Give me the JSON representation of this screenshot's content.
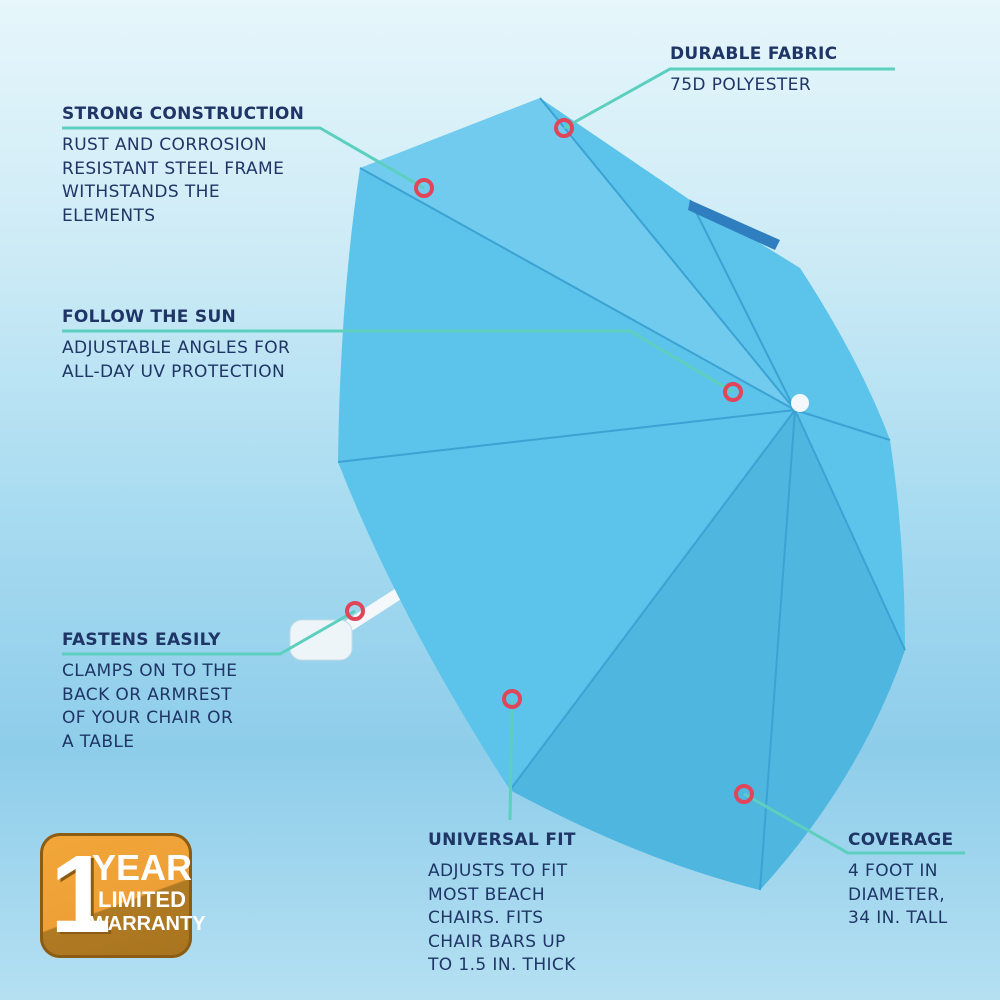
{
  "features": [
    {
      "title": "STRONG CONSTRUCTION",
      "desc": "RUST AND CORROSION\nRESISTANT STEEL FRAME\nWITHSTANDS THE\nELEMENTS"
    },
    {
      "title": "DURABLE FABRIC",
      "desc": "75D POLYESTER"
    },
    {
      "title": "FOLLOW THE SUN",
      "desc": "ADJUSTABLE ANGLES FOR\nALL-DAY UV PROTECTION"
    },
    {
      "title": "FASTENS EASILY",
      "desc": "CLAMPS ON TO THE\nBACK OR ARMREST\nOF YOUR CHAIR OR\nA TABLE"
    },
    {
      "title": "UNIVERSAL FIT",
      "desc": "ADJUSTS TO FIT\nMOST BEACH\nCHAIRS. FITS\nCHAIR BARS UP\nTO 1.5 IN. THICK"
    },
    {
      "title": "COVERAGE",
      "desc": "4  FOOT IN\nDIAMETER,\n34 IN. TALL"
    }
  ],
  "badge": {
    "number": "1",
    "line1": "YEAR",
    "line2": "LIMITED",
    "line3": "WARRANTY"
  },
  "colors": {
    "text": "#1f3566",
    "callout_line": "#5ccfbf",
    "marker": "#e0455a",
    "canopy": "#5cc3ea",
    "badge": "#eea036"
  }
}
